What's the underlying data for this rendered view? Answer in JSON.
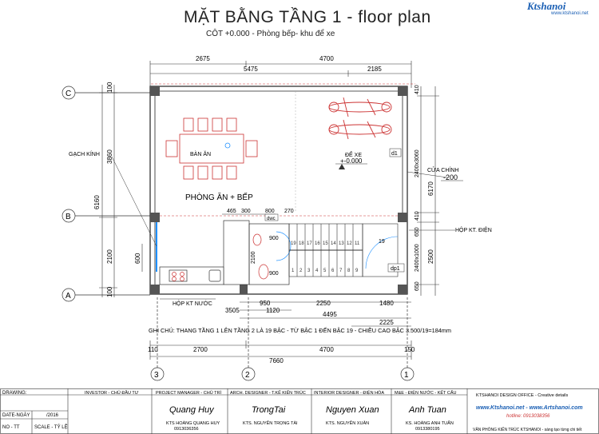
{
  "header": {
    "title": "MẶT BẰNG TẦNG 1 -  floor plan",
    "subtitle": "CÔT +0.000 - Phòng bếp- khu để xe",
    "logo": "Ktshanoi",
    "logo_sub": "www.ktshanoi.net"
  },
  "dims_top": {
    "d1": "2675",
    "d2": "4700",
    "d3": "5475",
    "d4": "2185"
  },
  "dims_left": {
    "d1": "100",
    "d2": "3860",
    "d3": "6160",
    "d4": "2100",
    "d5": "100",
    "d6": "600"
  },
  "dims_right": {
    "d1": "2400x3060",
    "d2": "6170",
    "d3": "2500",
    "d4": "2400x1000",
    "d5": "650",
    "d6": "650",
    "d7": "410",
    "d8": "410"
  },
  "dims_mid": {
    "d1": "465",
    "d2": "300",
    "d3": "800",
    "d4": "270"
  },
  "dims_bottom": {
    "r1a": "950",
    "r1b": "2250",
    "r1c": "1480",
    "r2a": "3505",
    "r2b": "1120",
    "r3": "4495",
    "r4": "2225",
    "r5a": "110",
    "r5b": "2700",
    "r5c": "4700",
    "r5d": "150",
    "r6": "7660"
  },
  "axes": {
    "c": "C",
    "b": "B",
    "a": "A",
    "g3": "3",
    "g2": "2",
    "g1": "1"
  },
  "labels": {
    "ban_an": "BÀN ĂN",
    "phong_an": "PHÒNG ĂN + BẾP",
    "de_xe": "ĐỂ XE",
    "level": "+-0.000",
    "cua_chinh": "CỬA CHÍNH",
    "level2": "-200",
    "gach_kinh": "GẠCH KÍNH",
    "hop_kt_dien": "HỘP KT. ĐIỆN",
    "hop_kt_nuoc": "HỘP KT  NƯỚC",
    "wc": "dwc",
    "d1": "d1",
    "dp1": "dp1",
    "step19": "19",
    "dim_2100": "2100",
    "dim_900a": "900",
    "dim_900b": "900"
  },
  "stairs": {
    "upper": [
      "19",
      "18",
      "17",
      "16",
      "15",
      "14",
      "13",
      "12",
      "11"
    ],
    "lower": [
      "1",
      "2",
      "3",
      "4",
      "5",
      "6",
      "7",
      "8",
      "9"
    ]
  },
  "note": "GHI CHÚ: THANG TẦNG 1 LÊN TẦNG 2 LÀ 19 BẬC - TỪ BẬC 1 ĐẾN BẬC 19 - CHIỀU CAO BẬC 3.500/19=184mm",
  "title_block": {
    "drawing": "DRAWING:",
    "date_label": "DATE-NGÀY",
    "date_value": "/2016",
    "no_tt": "NO - TT",
    "scale": "SCALE - TỶ LỆ",
    "investor": "INVESTOR - CHỦ ĐẦU TƯ",
    "pm": "PROJECT MANAGER - CHỦ TRÌ",
    "pm_sig": "Quang Huy",
    "pm_name": "KTS HOÀNG QUANG HUY",
    "pm_phone": "0913036356",
    "arch": "ARCH. DESIGNER - T.KẾ KIẾN TRÚC",
    "arch_sig": "TrongTai",
    "arch_name": "KTS. NGUYỄN TRỌNG TÀI",
    "interior": "INTERIOR DESIGNER - ĐIỆN HÒA",
    "interior_sig": "Nguyen Xuan",
    "interior_name": "KTS. NGUYỄN XUÂN",
    "me": "M&E - ĐIỆN NƯỚC - KẾT CẤU",
    "me_sig": "Anh Tuan",
    "me_name": "KS. HOÀNG ANH TUẤN",
    "me_phone": "0913380195",
    "office": "KTSHANOI  DESIGN OFFICE - Creative details",
    "web": "www.Ktshanoi.net - www.Artshanoi.com",
    "hotline": "hotline: 0913038356",
    "footer": "VĂN PHÒNG KIẾN TRÚC KTSHANOI  - sáng tạo từng chi tiết"
  }
}
